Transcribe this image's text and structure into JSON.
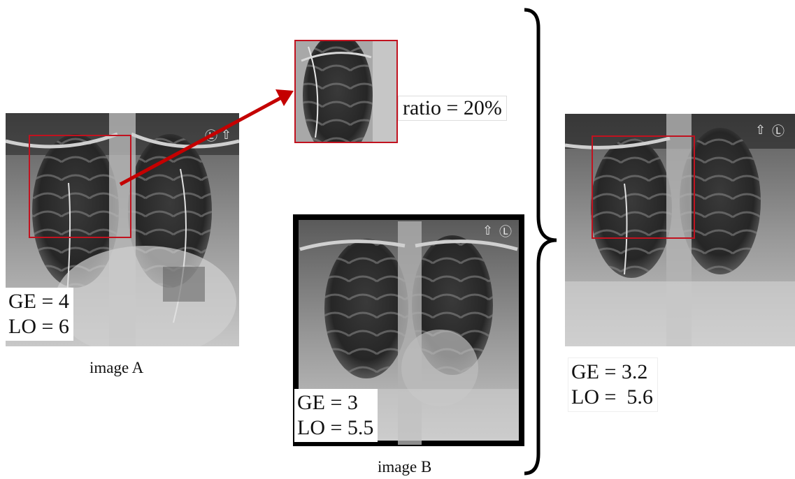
{
  "image_a": {
    "caption": "image A",
    "ge": "GE = 4",
    "lo": "LO = 6"
  },
  "image_b": {
    "caption": "image B",
    "ge": "GE = 3",
    "lo": "LO = 5.5"
  },
  "result": {
    "ge": "GE = 3.2",
    "lo": "LO =  5.6"
  },
  "crop": {
    "ratio": "ratio = 20%"
  },
  "colors": {
    "crop_box": "#c1121f",
    "arrow": "#c40000"
  },
  "icons": {
    "side_marker": "L-marker-icon",
    "orientation": "up-arrow-icon"
  }
}
